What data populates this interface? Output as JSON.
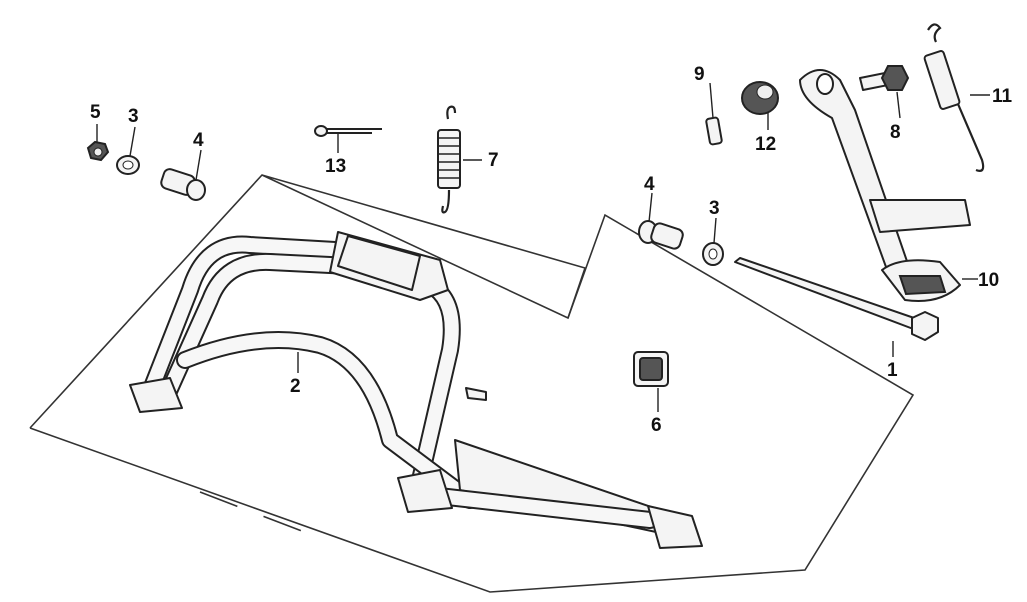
{
  "callouts": [
    {
      "id": "1",
      "label": "1"
    },
    {
      "id": "2",
      "label": "2"
    },
    {
      "id": "3a",
      "label": "3"
    },
    {
      "id": "3b",
      "label": "3"
    },
    {
      "id": "4a",
      "label": "4"
    },
    {
      "id": "4b",
      "label": "4"
    },
    {
      "id": "5",
      "label": "5"
    },
    {
      "id": "6",
      "label": "6"
    },
    {
      "id": "7",
      "label": "7"
    },
    {
      "id": "8",
      "label": "8"
    },
    {
      "id": "9",
      "label": "9"
    },
    {
      "id": "10",
      "label": "10"
    },
    {
      "id": "11",
      "label": "11"
    },
    {
      "id": "12",
      "label": "12"
    },
    {
      "id": "13",
      "label": "13"
    }
  ]
}
